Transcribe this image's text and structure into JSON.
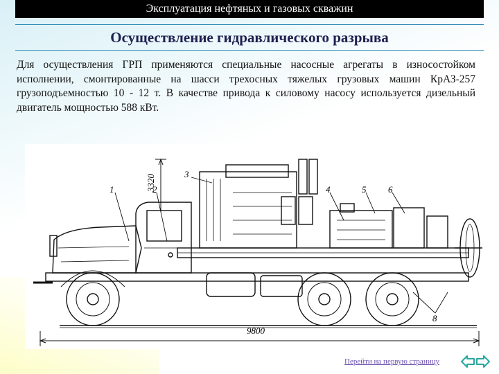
{
  "header": {
    "title": "Эксплуатация нефтяных и газовых скважин"
  },
  "slide": {
    "title": "Осуществление гидравлического разрыва",
    "paragraph": "Для осуществления ГРП применяются специальные насосные агрегаты в износостойком исполнении, смонтированные на шасси трехосных тяжелых грузовых машин КрАЗ-257 грузоподъемностью 10 - 12 т. В качестве привода к силовому насосу используется дизельный двигатель мощностью 588 кВт."
  },
  "figure": {
    "dimension_height": "3320",
    "dimension_length": "9800",
    "callouts": [
      "1",
      "2",
      "3",
      "4",
      "5",
      "6",
      "8"
    ]
  },
  "navigation": {
    "first_page_link": "Перейти на первую страницу",
    "prev_icon": "arrow-left-icon",
    "next_icon": "arrow-right-icon"
  },
  "colors": {
    "accent": "#2e8bb3",
    "header_bg": "#000000",
    "link": "#6a4fb0",
    "nav_arrow": "#2aa7a0"
  }
}
